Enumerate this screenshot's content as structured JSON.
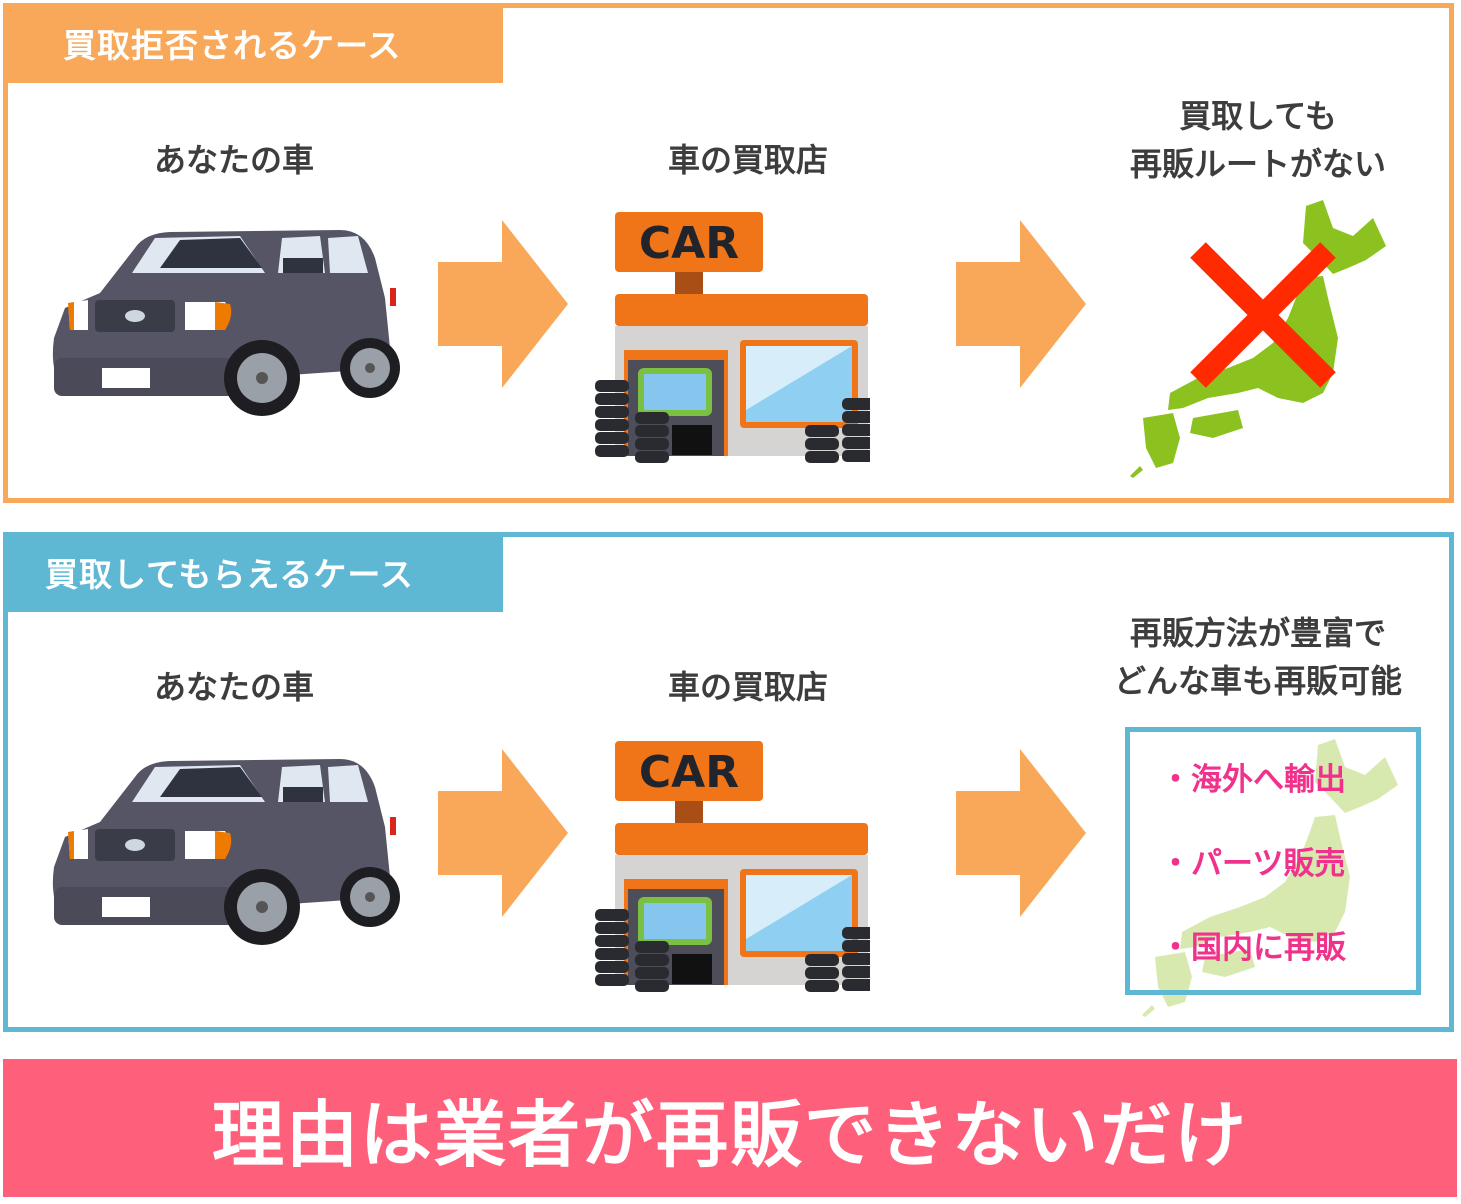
{
  "cases": [
    {
      "id": "reject",
      "tab_label": "買取拒否されるケース",
      "color": "#f9a85a",
      "step1_label": "あなたの車",
      "step2_label": "車の買取店",
      "step2_sign": "CAR",
      "step3_label_line1": "買取しても",
      "step3_label_line2": "再販ルートがない",
      "step3_icon": "japan-map-crossed-icon"
    },
    {
      "id": "accept",
      "tab_label": "買取してもらえるケース",
      "color": "#5fb8d3",
      "step1_label": "あなたの車",
      "step2_label": "車の買取店",
      "step2_sign": "CAR",
      "step3_label_line1": "再販方法が豊富で",
      "step3_label_line2": "どんな車も再販可能",
      "step3_methods": [
        "・海外へ輸出",
        "・パーツ販売",
        "・国内に再販"
      ]
    }
  ],
  "colors": {
    "arrow": "#f9a85a",
    "cross": "#ff2a00",
    "map_green": "#8cc21f",
    "map_green_light": "#d8e9b0",
    "methods_text": "#f0328c",
    "banner": "#fe607b"
  },
  "conclusion": "理由は業者が再販できないだけ"
}
